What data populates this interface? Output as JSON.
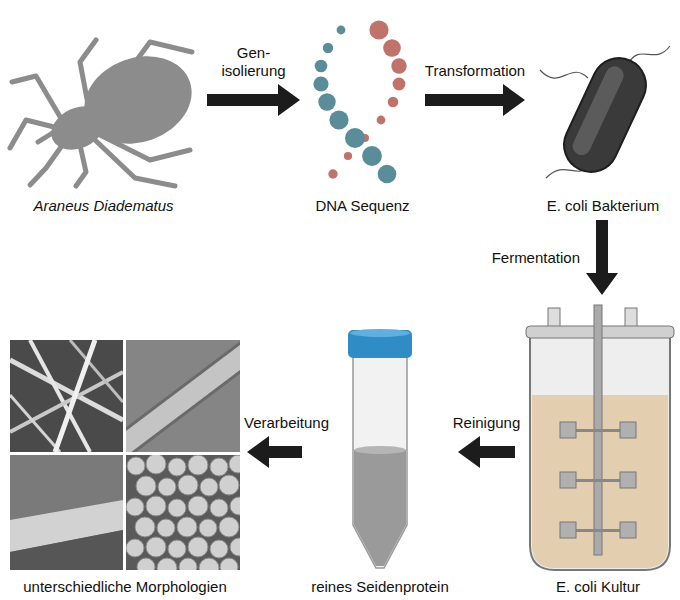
{
  "diagram": {
    "nodes": [
      {
        "text": [
          "Araneus Diadematus"
        ]
      },
      {
        "text": [
          "DNA Sequenz"
        ]
      },
      {
        "text": [
          "E. coli Bakterium"
        ]
      },
      {
        "text": [
          "E. coli Kultur"
        ]
      },
      {
        "text": [
          "reines Seidenprotein"
        ]
      },
      {
        "text": [
          "unterschiedliche Morphologien"
        ]
      }
    ],
    "edges": [
      {
        "from": 0,
        "to": 1,
        "arrow": "to",
        "label": "Gen- isolierung"
      },
      {
        "from": 1,
        "to": 2,
        "arrow": "to",
        "label": "Transformation"
      },
      {
        "from": 2,
        "to": 3,
        "arrow": "to",
        "label": "Fermentation"
      },
      {
        "from": 3,
        "to": 4,
        "arrow": "to",
        "label": "Reinigung"
      },
      {
        "from": 4,
        "to": 5,
        "arrow": "to",
        "label": "Verarbeitung"
      }
    ]
  }
}
